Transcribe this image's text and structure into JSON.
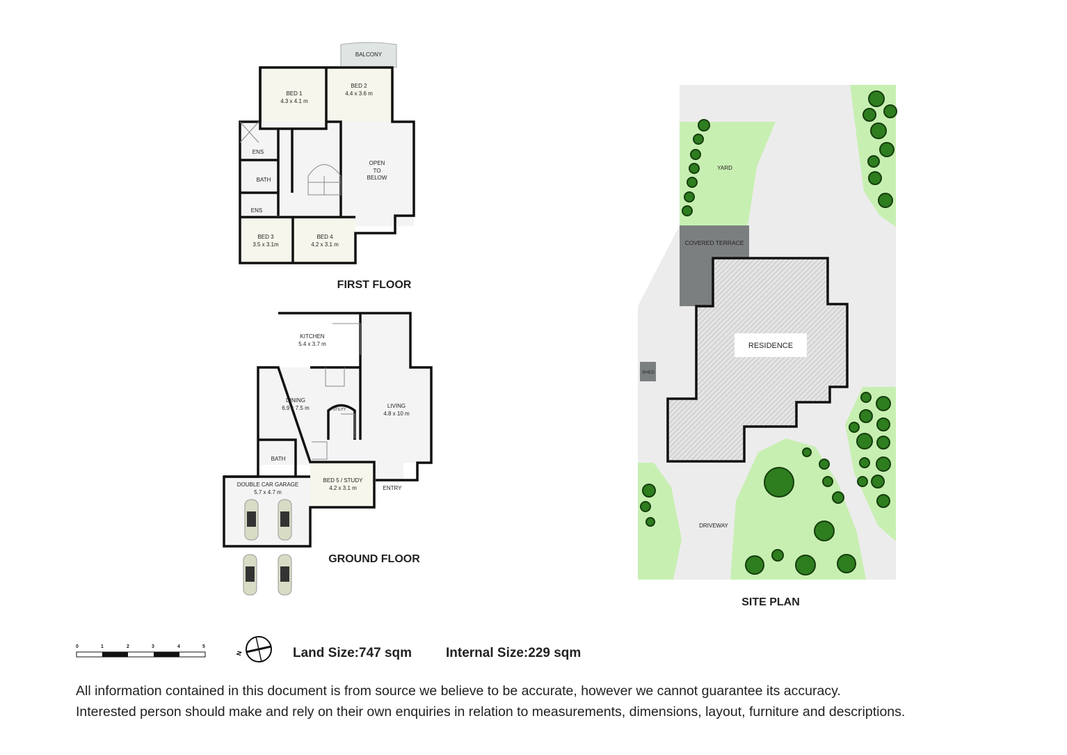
{
  "first_floor": {
    "title": "FIRST FLOOR",
    "rooms": [
      {
        "name": "BALCONY",
        "size": ""
      },
      {
        "name": "BED 1",
        "size": "4.3 x 4.1 m"
      },
      {
        "name": "BED 2",
        "size": "4.4 x 3.6 m"
      },
      {
        "name": "ENS",
        "size": ""
      },
      {
        "name": "BATH",
        "size": ""
      },
      {
        "name": "ENS",
        "size": ""
      },
      {
        "name": "OPEN",
        "size": ""
      },
      {
        "name": "TO",
        "size": ""
      },
      {
        "name": "BELOW",
        "size": ""
      },
      {
        "name": "BED 3",
        "size": "3.5 x 3.1m"
      },
      {
        "name": "BED 4",
        "size": "4.2 x 3.1 m"
      }
    ]
  },
  "ground_floor": {
    "title": "GROUND FLOOR",
    "rooms": [
      {
        "name": "KITCHEN",
        "size": "5.4 x 3.7 m"
      },
      {
        "name": "DINING",
        "size": "6.9 x 7.5 m"
      },
      {
        "name": "UTILITY",
        "size": ""
      },
      {
        "name": "LIVING",
        "size": "4.8 x 10 m"
      },
      {
        "name": "BATH",
        "size": ""
      },
      {
        "name": "DOUBLE CAR GARAGE",
        "size": "5.7 x 4.7 m"
      },
      {
        "name": "BED 5 / STUDY",
        "size": "4.2 x 3.1 m"
      },
      {
        "name": "ENTRY",
        "size": ""
      }
    ]
  },
  "site_plan": {
    "title": "SITE PLAN",
    "labels": {
      "yard": "YARD",
      "covered_terrace": "COVERED TERRACE",
      "residence": "RESIDENCE",
      "shed": "SHED",
      "driveway": "DRIVEWAY"
    },
    "colors": {
      "lawn": "#c8efb2",
      "paving": "#ececec",
      "terrace": "#7b7f80",
      "tree": "#2e7d1f"
    }
  },
  "scale_bar": {
    "ticks": [
      "0",
      "1",
      "2",
      "3",
      "4",
      "5"
    ]
  },
  "compass": {
    "north_label": "N"
  },
  "land_size": "Land Size:747 sqm",
  "internal_size": "Internal Size:229 sqm",
  "disclaimer": [
    "All information contained in this document is from source we believe to be accurate, however we cannot guarantee its accuracy.",
    "Interested person should make and rely on their own enquiries in relation to measurements, dimensions, layout, furniture and descriptions."
  ]
}
